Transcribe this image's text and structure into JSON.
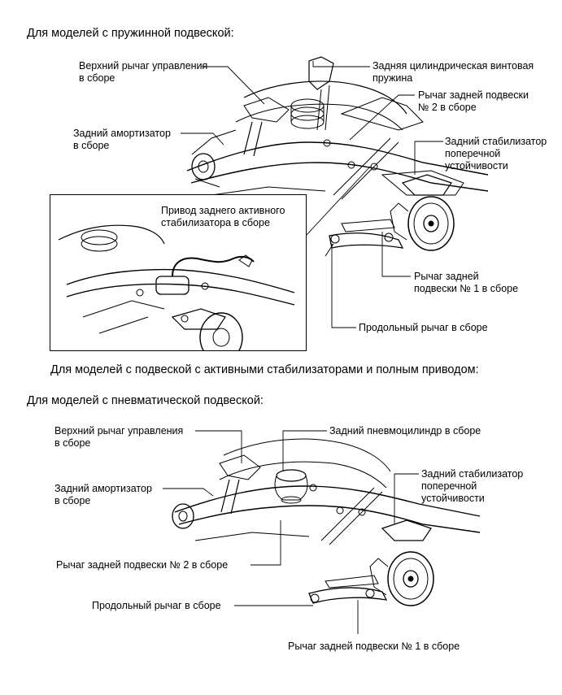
{
  "sections": {
    "spring": {
      "heading": "Для моделей с пружинной подвеской:",
      "labels": {
        "upper_arm_1": "Верхний рычаг управления",
        "upper_arm_2": "в сборе",
        "shock_1": "Задний амортизатор",
        "shock_2": "в сборе",
        "coil_spring_1": "Задняя цилиндрическая винтовая",
        "coil_spring_2": "пружина",
        "arm2_1": "Рычаг задней подвески",
        "arm2_2": "№ 2 в сборе",
        "stabilizer_1": "Задний стабилизатор",
        "stabilizer_2": "поперечной",
        "stabilizer_3": "устойчивости",
        "actuator_1": "Привод заднего активного",
        "actuator_2": "стабилизатора в сборе",
        "arm1_1": "Рычаг задней",
        "arm1_2": "подвески № 1 в сборе",
        "trailing_arm": "Продольный рычаг в сборе"
      },
      "caption": "Для моделей с подвеской с активными стабилизаторами и полным приводом:"
    },
    "air": {
      "heading": "Для моделей с пневматической подвеской:",
      "labels": {
        "upper_arm_1": "Верхний рычаг управления",
        "upper_arm_2": "в сборе",
        "air_cyl": "Задний пневмоцилиндр в сборе",
        "shock_1": "Задний амортизатор",
        "shock_2": "в сборе",
        "stabilizer_1": "Задний стабилизатор",
        "stabilizer_2": "поперечной",
        "stabilizer_3": "устойчивости",
        "arm2": "Рычаг задней подвески № 2 в сборе",
        "trailing_arm": "Продольный рычаг в сборе",
        "arm1": "Рычаг задней подвески № 1 в сборе"
      }
    }
  }
}
